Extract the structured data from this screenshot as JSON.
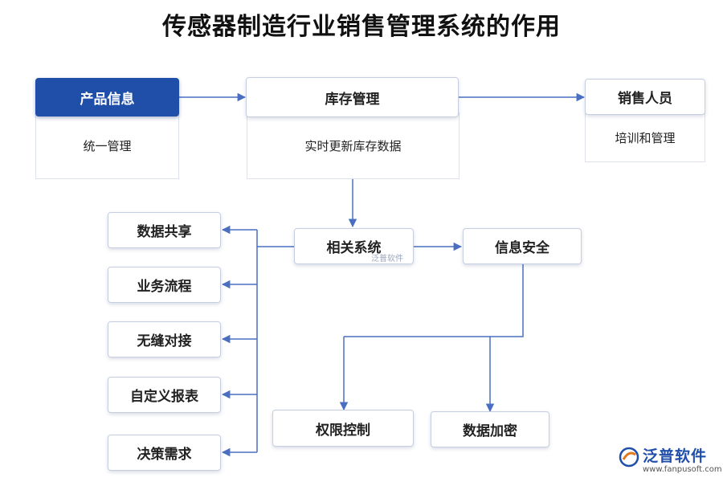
{
  "title": "传感器制造行业销售管理系统的作用",
  "top_row": {
    "product": {
      "label": "产品信息",
      "detail": "统一管理"
    },
    "inventory": {
      "label": "库存管理",
      "detail": "实时更新库存数据"
    },
    "sales": {
      "label": "销售人员",
      "detail": "培训和管理"
    }
  },
  "center": {
    "related": "相关系统",
    "security": "信息安全"
  },
  "left_items": [
    "数据共享",
    "业务流程",
    "无缝对接",
    "自定义报表",
    "决策需求"
  ],
  "bottom_items": [
    "权限控制",
    "数据加密"
  ],
  "watermark": "泛普软件",
  "logo": {
    "name": "泛普软件",
    "url": "www.fanpusoft.com"
  },
  "colors": {
    "primary": "#1f4fa9",
    "arrow": "#4a6fc0",
    "border": "#c5cee0"
  }
}
